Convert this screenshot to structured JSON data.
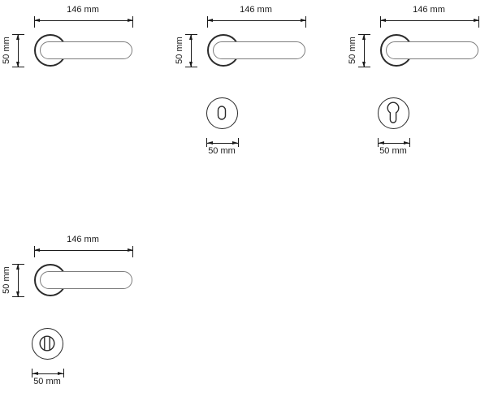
{
  "page": {
    "background": "#ffffff",
    "description": "Technical dimension drawings of a door lever handle on round rose, shown with three escutcheon variants"
  },
  "colors": {
    "outline_dark": "#2b2b2b",
    "outline_gray": "#7d7d7d",
    "dimension": "#1a1a1a"
  },
  "figures": [
    {
      "name": "lever-handle-top-left",
      "dim_width": "146 mm",
      "dim_height": "50 mm"
    },
    {
      "name": "lever-handle-top-middle",
      "dim_width": "146 mm",
      "dim_height": "50 mm",
      "escutcheon": {
        "type": "key-hole",
        "dim_width": "50 mm"
      }
    },
    {
      "name": "lever-handle-top-right",
      "dim_width": "146 mm",
      "dim_height": "50 mm",
      "escutcheon": {
        "type": "euro-cylinder",
        "dim_width": "50 mm"
      }
    },
    {
      "name": "lever-handle-bottom-left",
      "dim_width": "146 mm",
      "dim_height": "50 mm",
      "escutcheon": {
        "type": "wc-turn",
        "dim_width": "50 mm"
      }
    }
  ]
}
